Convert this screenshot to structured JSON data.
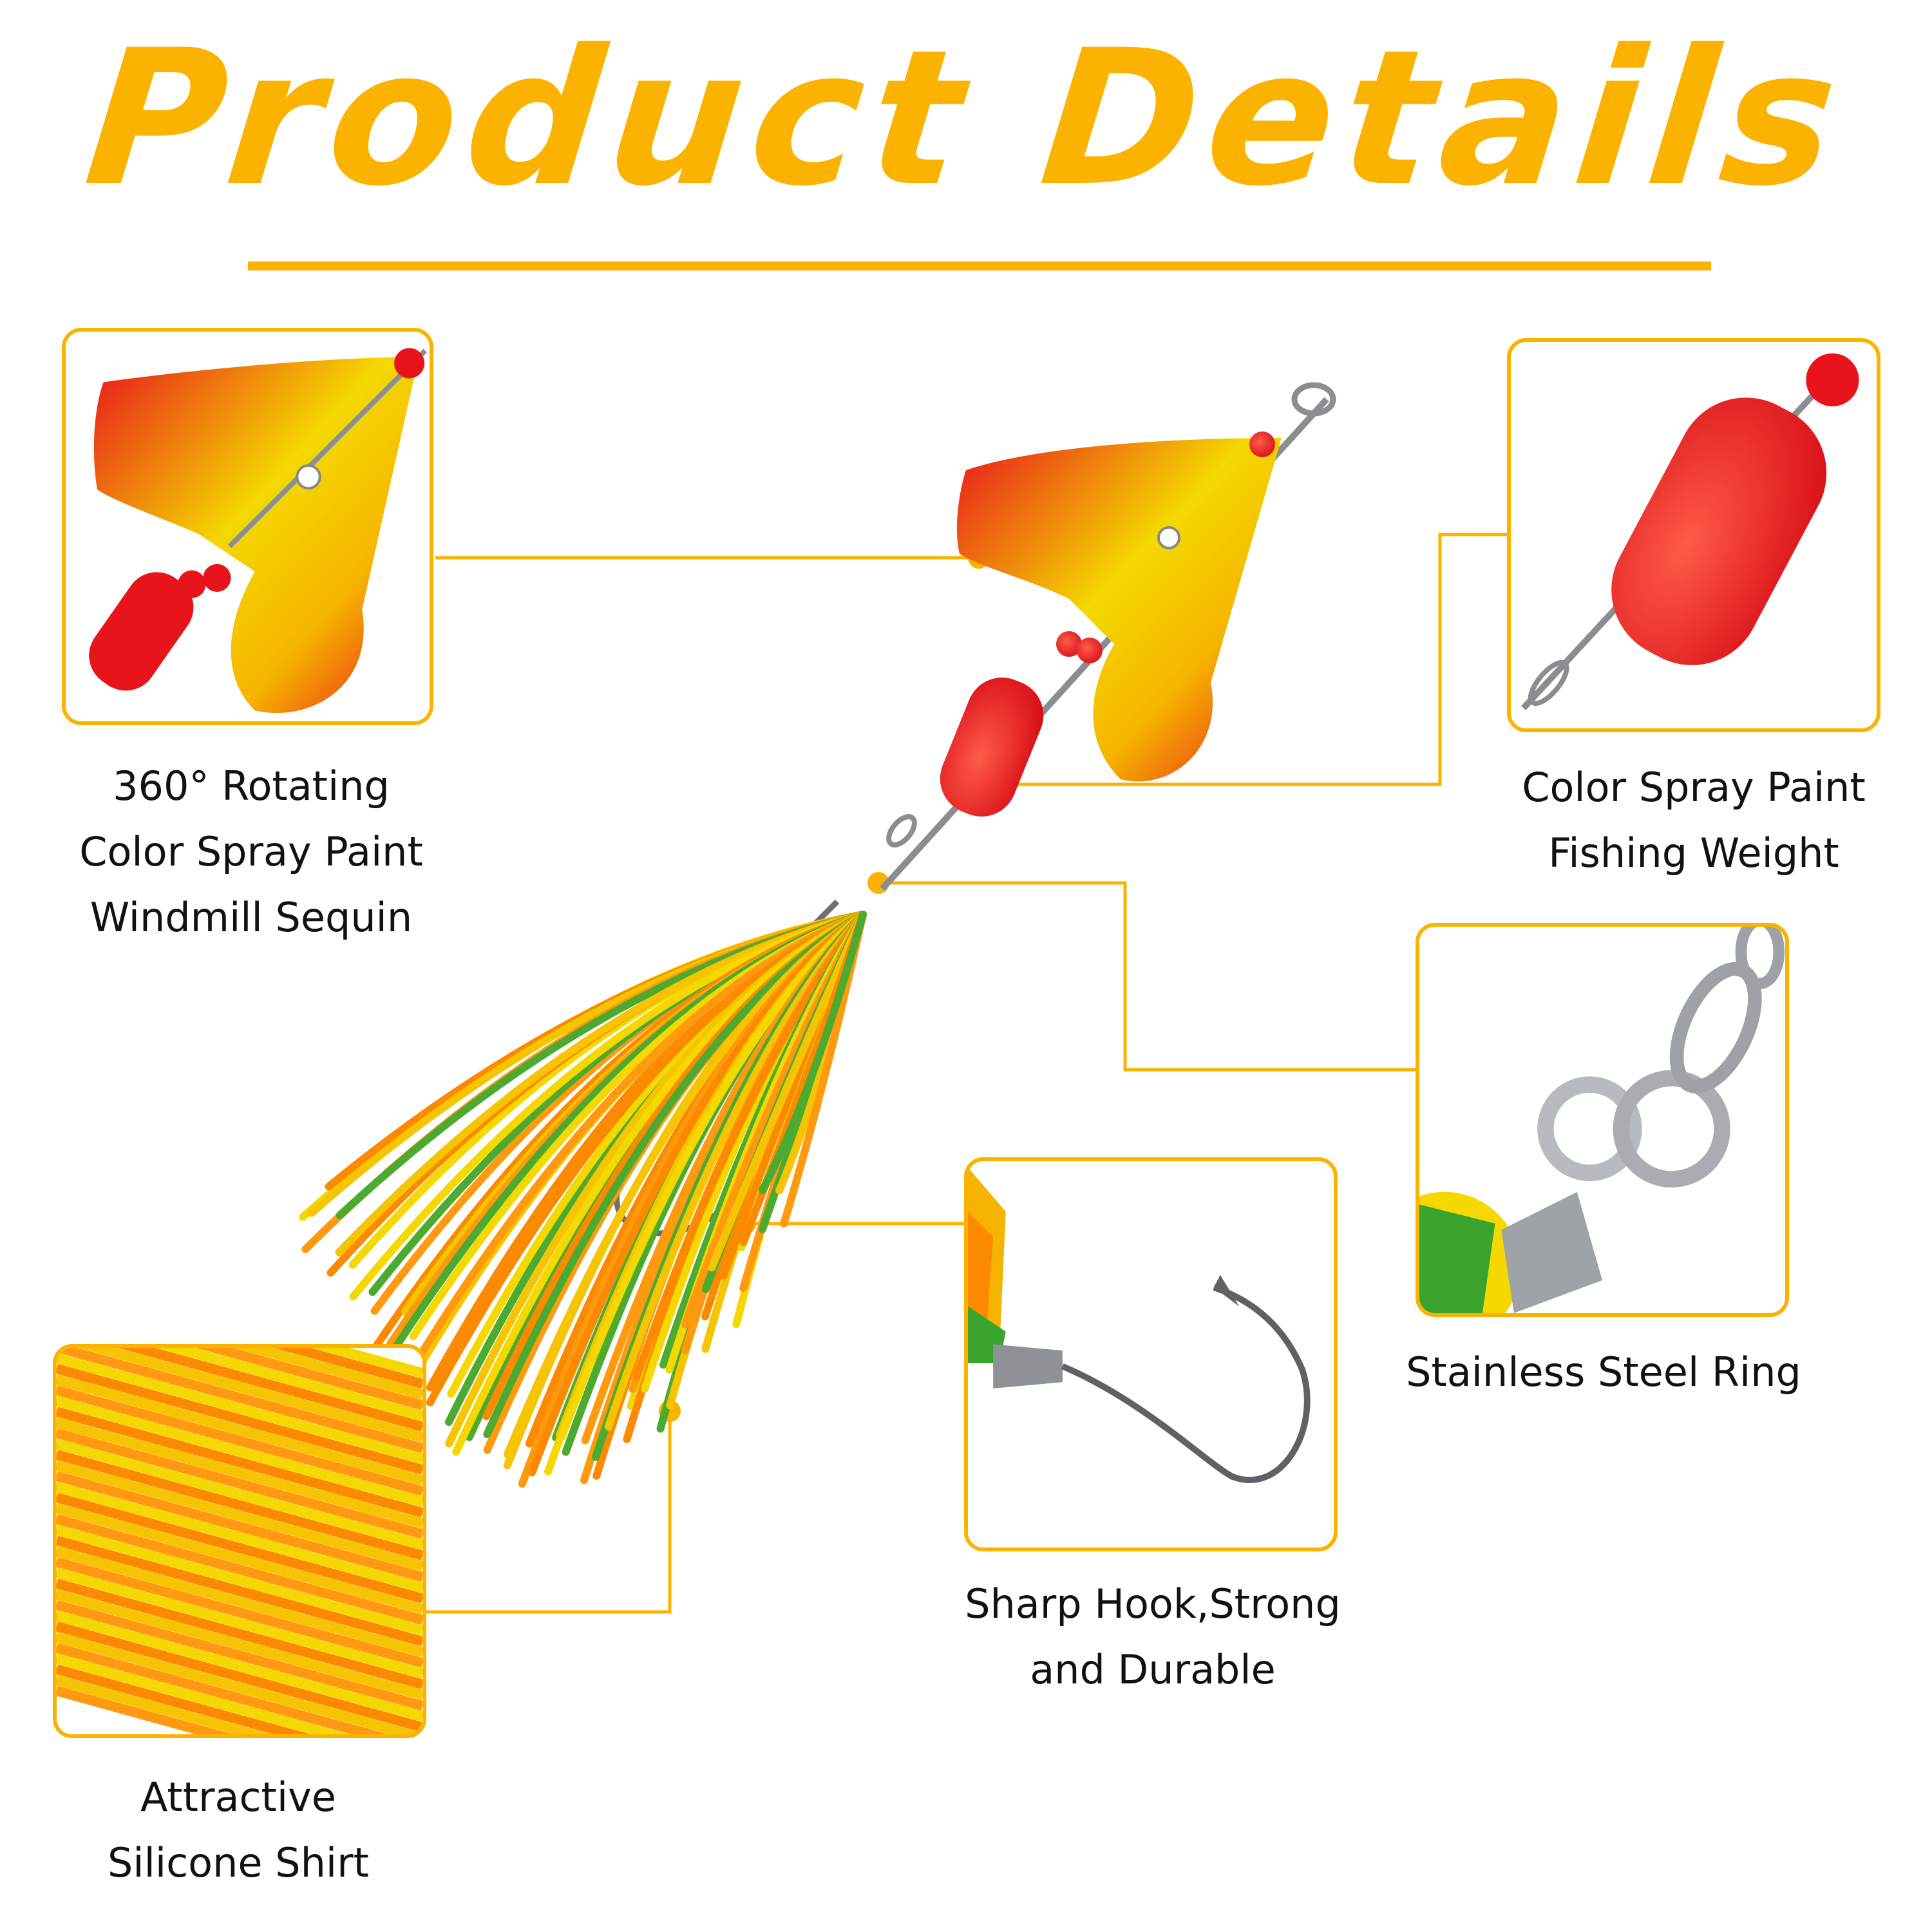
{
  "title": "Product Details",
  "colors": {
    "accent": "#fbb300",
    "red": "#e8141c",
    "yellow": "#f4d800",
    "orange": "#fb8a00"
  },
  "features": {
    "sequin": {
      "line1": "360°  Rotating",
      "line2": "Color Spray Paint",
      "line3": "Windmill Sequin"
    },
    "weight": {
      "line1": "Color Spray Paint",
      "line2": "Fishing Weight"
    },
    "ring": {
      "line1": "Stainless Steel Ring"
    },
    "hook": {
      "line1": "Sharp Hook,Strong",
      "line2": "and Durable"
    },
    "skirt": {
      "line1": "Attractive",
      "line2": "Silicone Shirt"
    }
  }
}
